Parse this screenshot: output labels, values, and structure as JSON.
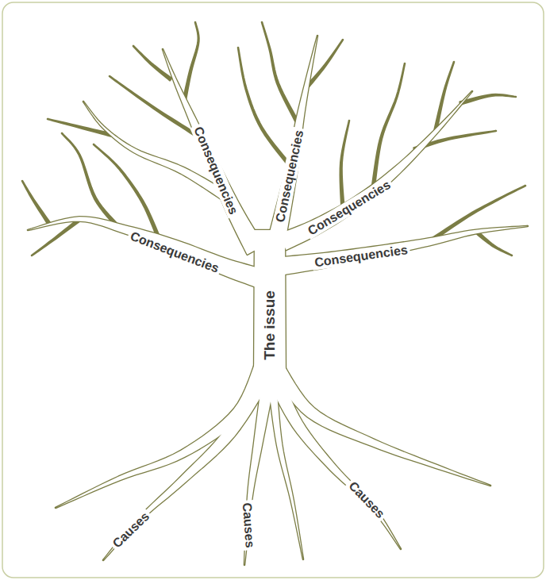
{
  "diagram": {
    "labels": [
      "Consequencies",
      "Consequencies",
      "Consequencies",
      "Consequencies",
      "Consequencies",
      "The issue",
      "Causes",
      "Causes",
      "Causes"
    ]
  }
}
